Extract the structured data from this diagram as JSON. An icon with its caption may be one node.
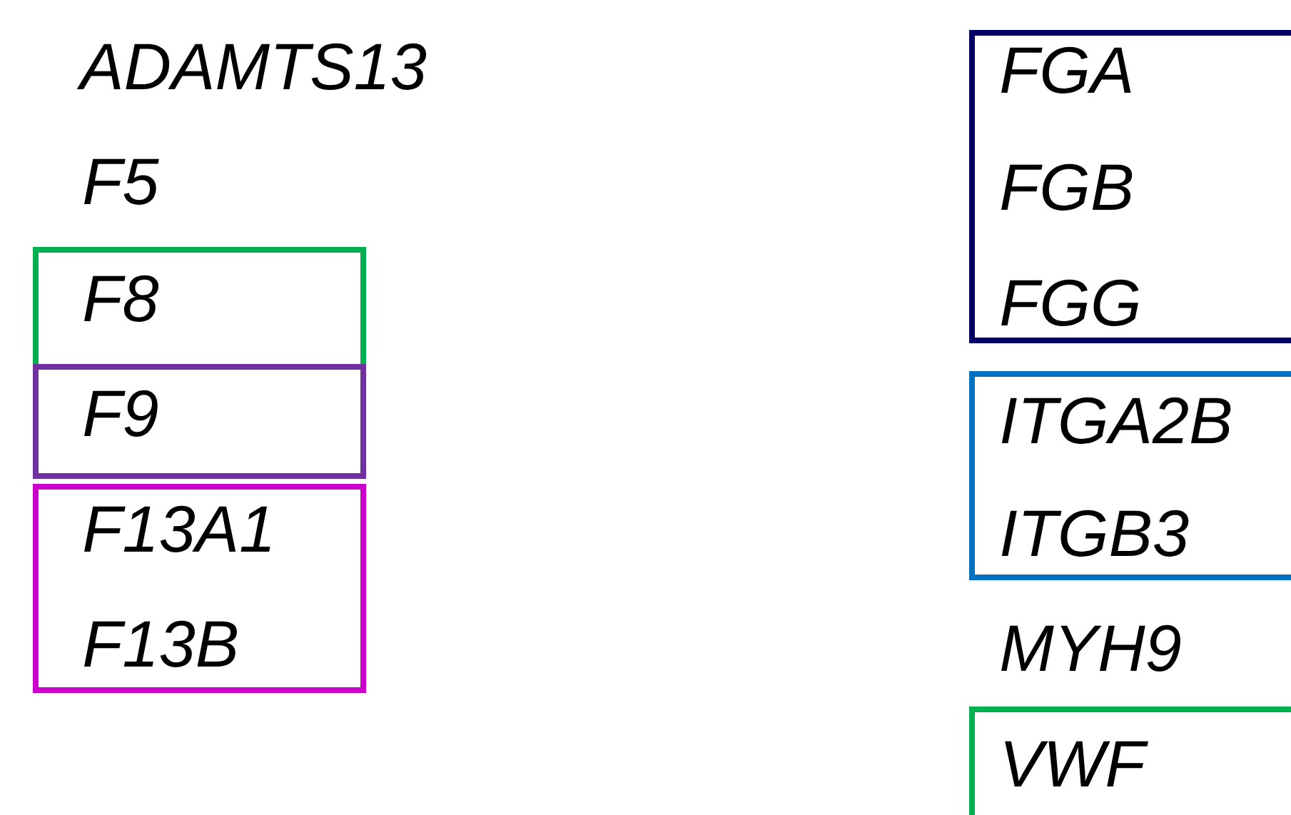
{
  "diagram": {
    "nodes": [
      {
        "text": [
          "F8"
        ]
      },
      {
        "text": [
          "F9"
        ]
      },
      {
        "text": [
          "F13A1",
          "F13B"
        ]
      },
      {
        "text": [
          "FGA",
          "FGB",
          "FGG"
        ]
      },
      {
        "text": [
          "ITGA2B",
          "ITGB3"
        ]
      },
      {
        "text": [
          "VWF"
        ]
      }
    ],
    "labels": [
      "ADAMTS13",
      "F5",
      "MYH9"
    ]
  }
}
